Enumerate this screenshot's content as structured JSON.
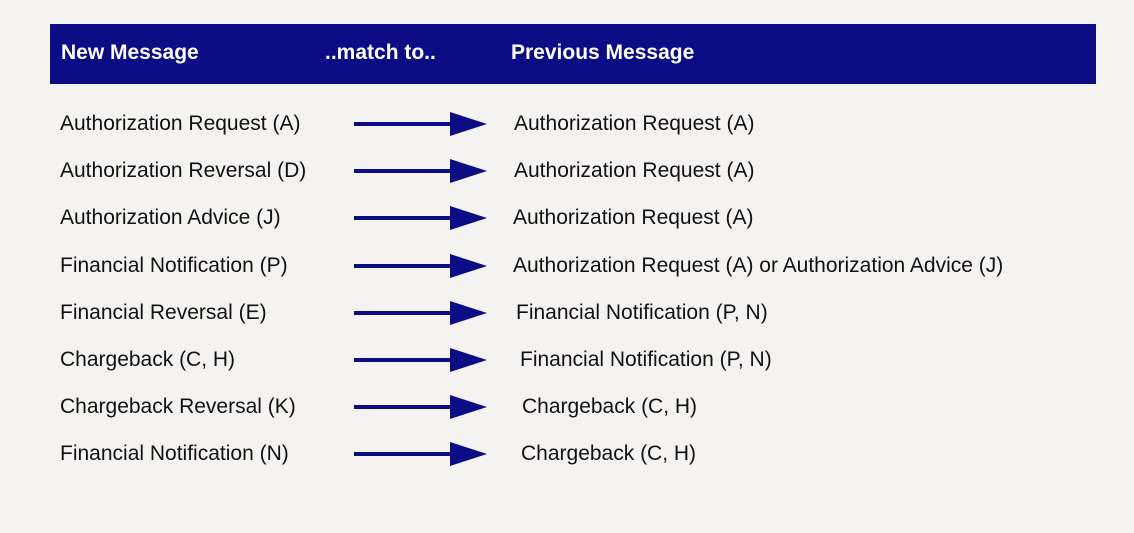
{
  "header": {
    "new_message": "New Message",
    "match_to": "..match to..",
    "previous_message": "Previous Message"
  },
  "colors": {
    "header_bg": "#0c0c84",
    "arrow": "#0c0c84",
    "background": "#f5f3f1"
  },
  "rows": [
    {
      "new": "Authorization Request (A)",
      "previous": "Authorization Request (A)"
    },
    {
      "new": "Authorization Reversal (D)",
      "previous": "Authorization Request (A)"
    },
    {
      "new": "Authorization Advice (J)",
      "previous": "Authorization Request (A)"
    },
    {
      "new": "Financial Notification (P)",
      "previous": "Authorization Request (A) or Authorization Advice (J)"
    },
    {
      "new": "Financial Reversal (E)",
      "previous": "Financial Notification (P, N)"
    },
    {
      "new": "Chargeback (C, H)",
      "previous": "Financial Notification (P, N)"
    },
    {
      "new": "Chargeback Reversal (K)",
      "previous": "Chargeback (C, H)"
    },
    {
      "new": "Financial Notification (N)",
      "previous": "Chargeback (C, H)"
    }
  ]
}
